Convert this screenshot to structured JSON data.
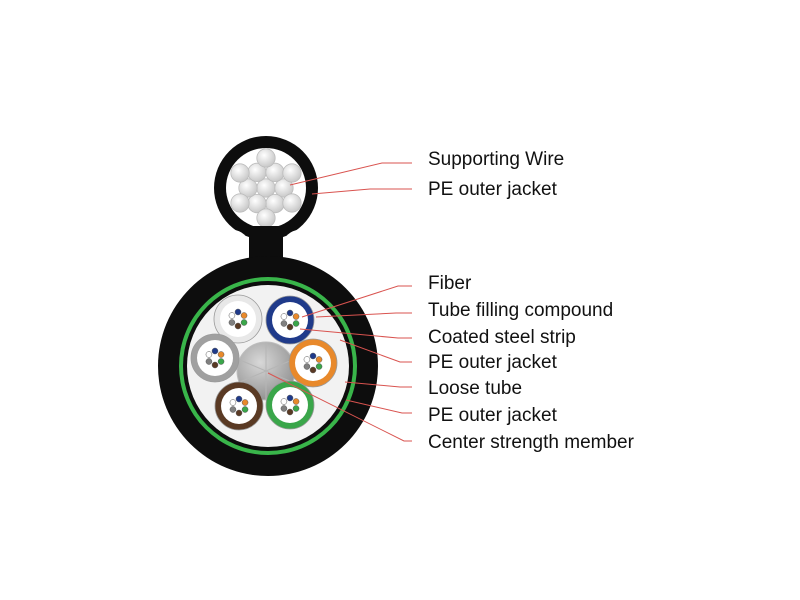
{
  "labels": {
    "supporting_wire": "Supporting Wire",
    "pe_outer_jacket_top": "PE outer jacket",
    "fiber": "Fiber",
    "tube_filling_compound": "Tube filling compound",
    "coated_steel_strip": "Coated steel strip",
    "pe_outer_jacket_1": "PE outer jacket",
    "loose_tube": "Loose tube",
    "pe_outer_jacket_2": "PE outer jacket",
    "center_strength_member": "Center strength member"
  },
  "colors": {
    "jacket": "#0d0d0d",
    "steel_strip": "#39b54a",
    "core_fill": "#f2f2f2",
    "leader_line": "#d9534f",
    "tube_white": "#e8e8e8",
    "tube_blue": "#1f3a8a",
    "tube_grey": "#a0a0a0",
    "tube_orange": "#e8892b",
    "tube_brown": "#5a3a24",
    "tube_green": "#3aa64a",
    "strength_member": "#9a9a9a",
    "wire_strand": "#dcdcdc"
  }
}
